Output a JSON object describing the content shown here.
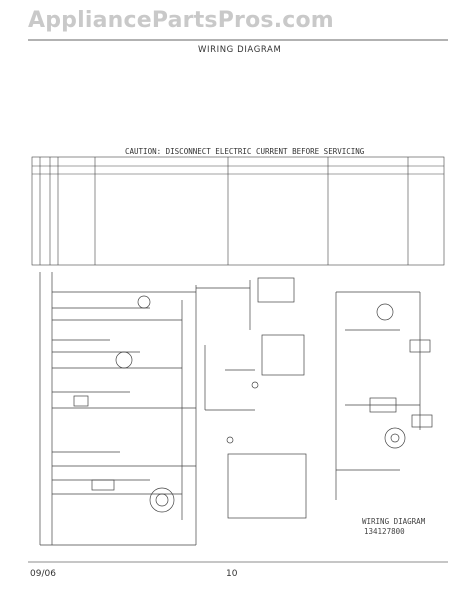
{
  "watermark": {
    "text": "AppliancePartsPros.com"
  },
  "header": {
    "title": "WIRING DIAGRAM"
  },
  "diagram": {
    "caution_text": "CAUTION: DISCONNECT ELECTRIC CURRENT BEFORE SERVICING",
    "title": "WIRING DIAGRAM",
    "diagram_number": "134127800"
  },
  "footer": {
    "date": "09/06",
    "page": "10"
  },
  "colors": {
    "line": "#444444",
    "watermark": "#c9c9c9"
  }
}
